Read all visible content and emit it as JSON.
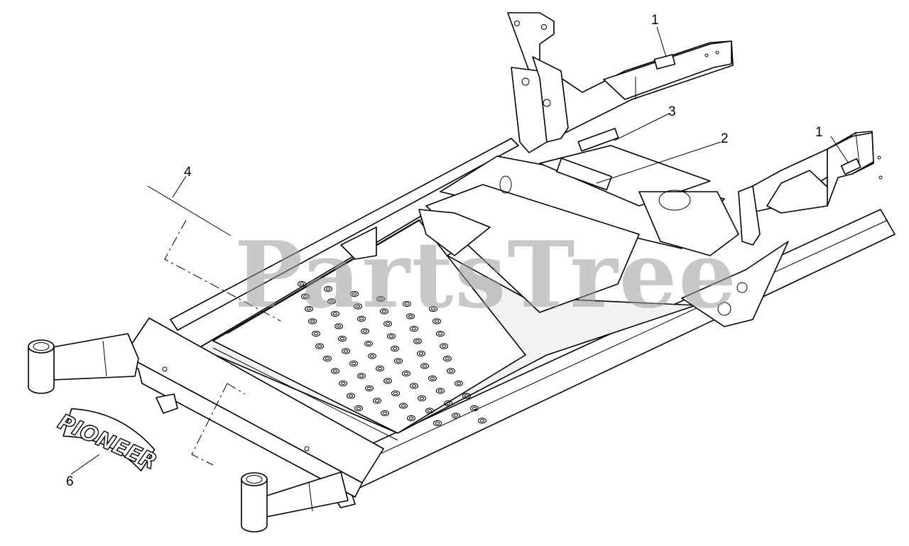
{
  "watermark": "PartsTree",
  "logo_text": "PIONEER",
  "callouts": [
    {
      "id": "c1a",
      "label": "1"
    },
    {
      "id": "c1b",
      "label": "1"
    },
    {
      "id": "c2",
      "label": "2"
    },
    {
      "id": "c3",
      "label": "3"
    },
    {
      "id": "c4",
      "label": "4"
    },
    {
      "id": "c6",
      "label": "6"
    }
  ],
  "icons": {
    "holes": "circle-hole-icon",
    "decal": "decal-label-icon"
  }
}
